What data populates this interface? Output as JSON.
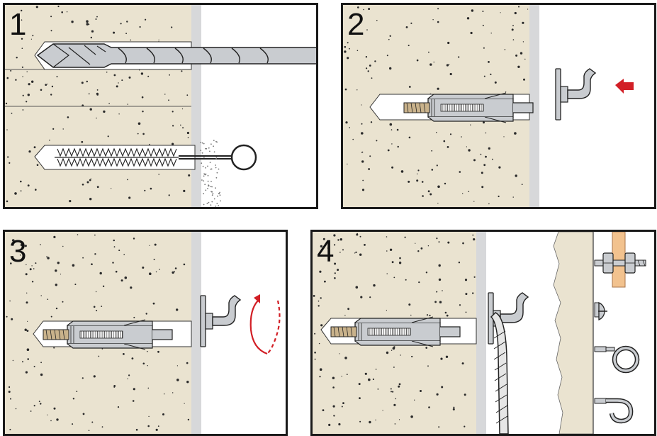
{
  "steps": [
    {
      "number": "1"
    },
    {
      "number": "2"
    },
    {
      "number": "3"
    },
    {
      "number": "4"
    }
  ],
  "colors": {
    "wall": "#eae3d0",
    "plaster": "#d7d8da",
    "metal": "#c9ccd0",
    "outline": "#1a1a1a",
    "arrow_red": "#d21f26",
    "washer_wood": "#f2c28e",
    "rope": "#e0e0e0"
  },
  "icons": {
    "drill_bit": "drill-bit-icon",
    "cleaning_brush": "cleaning-brush-icon",
    "push_arrow": "push-arrow-icon",
    "rotate_arrow": "rotate-arrow-icon",
    "hook_bolt": "hook-bolt-icon",
    "eye_hook": "eye-hook-icon",
    "open_hook": "open-hook-icon",
    "bolt_nut": "bolt-nut-icon",
    "screw": "screw-icon",
    "rope": "rope-icon"
  }
}
